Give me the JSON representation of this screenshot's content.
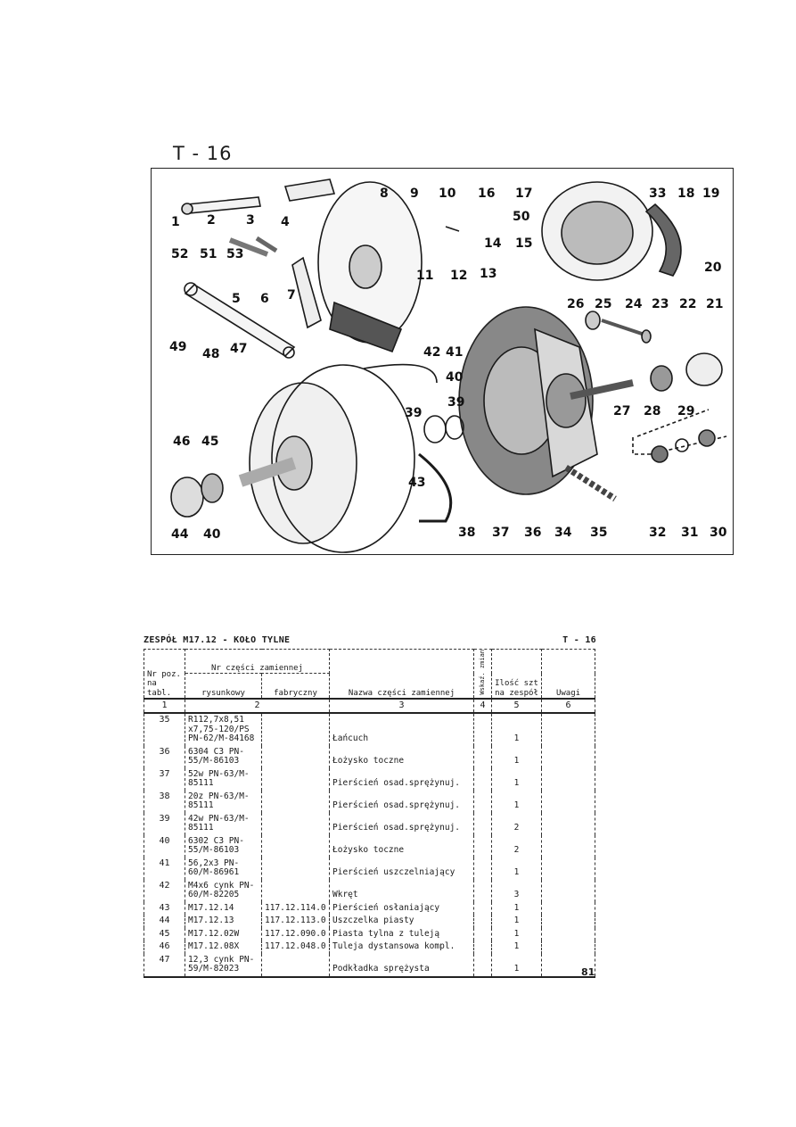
{
  "page_code": "T - 16",
  "figure": {
    "callouts": [
      "1",
      "2",
      "3",
      "4",
      "8",
      "9",
      "10",
      "16",
      "17",
      "33",
      "18",
      "19",
      "50",
      "20",
      "52",
      "51",
      "53",
      "5",
      "6",
      "7",
      "11",
      "12",
      "13",
      "14",
      "15",
      "26",
      "25",
      "24",
      "23",
      "22",
      "21",
      "49",
      "48",
      "47",
      "42",
      "41",
      "40",
      "39",
      "39",
      "27",
      "28",
      "29",
      "46",
      "45",
      "43",
      "44",
      "40",
      "38",
      "37",
      "36",
      "34",
      "35",
      "32",
      "31",
      "30"
    ]
  },
  "table": {
    "title": "ZESPÓŁ M17.12 - KOŁO TYLNE",
    "code": "T - 16",
    "headers": {
      "pos": "Nr poz. na tabl.",
      "part_no": "Nr części zamiennej",
      "drawing": "rysunkowy",
      "factory": "fabryczny",
      "name": "Nazwa części zamiennej",
      "col4": "Wskaź. zmian",
      "qty": "Ilość szt na zespół",
      "remarks": "Uwagi"
    },
    "col_numbers": [
      "1",
      "2",
      "3",
      "4",
      "5",
      "6"
    ],
    "rows": [
      {
        "pos": "35",
        "drawing": "R112,7x8,51 x7,75-120/PS PN-62/M-84168",
        "factory": "",
        "name": "Łańcuch",
        "qty": "1"
      },
      {
        "pos": "36",
        "drawing": "6304 C3 PN-55/M-86103",
        "factory": "",
        "name": "Łożysko toczne",
        "qty": "1"
      },
      {
        "pos": "37",
        "drawing": "52w PN-63/M-85111",
        "factory": "",
        "name": "Pierścień osad.sprężynuj.",
        "qty": "1"
      },
      {
        "pos": "38",
        "drawing": "20z PN-63/M-85111",
        "factory": "",
        "name": "Pierścień osad.sprężynuj.",
        "qty": "1"
      },
      {
        "pos": "39",
        "drawing": "42w PN-63/M-85111",
        "factory": "",
        "name": "Pierścień osad.sprężynuj.",
        "qty": "2"
      },
      {
        "pos": "40",
        "drawing": "6302 C3 PN-55/M-86103",
        "factory": "",
        "name": "Łożysko toczne",
        "qty": "2"
      },
      {
        "pos": "41",
        "drawing": "56,2x3 PN-60/M-86961",
        "factory": "",
        "name": "Pierścień uszczelniający",
        "qty": "1"
      },
      {
        "pos": "42",
        "drawing": "M4x6 cynk PN-60/M-82205",
        "factory": "",
        "name": "Wkręt",
        "qty": "3"
      },
      {
        "pos": "43",
        "drawing": "M17.12.14",
        "factory": "117.12.114.0",
        "name": "Pierścień osłaniający",
        "qty": "1"
      },
      {
        "pos": "44",
        "drawing": "M17.12.13",
        "factory": "117.12.113.0",
        "name": "Uszczelka piasty",
        "qty": "1"
      },
      {
        "pos": "45",
        "drawing": "M17.12.02W",
        "factory": "117.12.090.0",
        "name": "Piasta tylna z tuleją",
        "qty": "1"
      },
      {
        "pos": "46",
        "drawing": "M17.12.08X",
        "factory": "117.12.048.0",
        "name": "Tuleja dystansowa kompl.",
        "qty": "1"
      },
      {
        "pos": "47",
        "drawing": "12,3 cynk PN-59/M-82023",
        "factory": "",
        "name": "Podkładka sprężysta",
        "qty": "1"
      }
    ]
  },
  "page_number": "81"
}
